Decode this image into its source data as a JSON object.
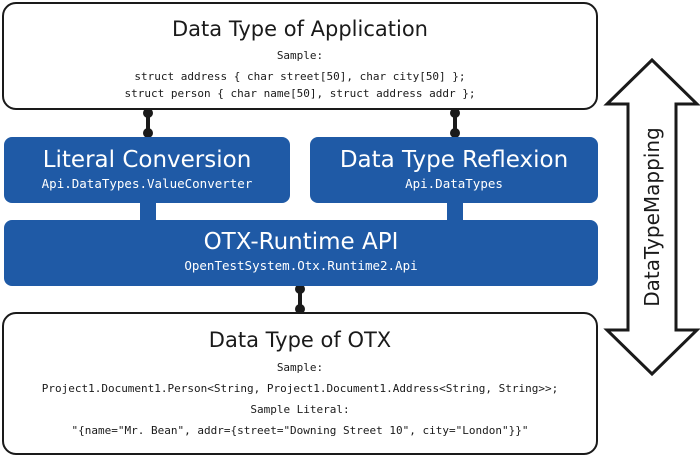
{
  "colors": {
    "blue": "#1f5aa6",
    "border": "#1a1a1a"
  },
  "application": {
    "title": "Data Type of Application",
    "sample_label": "Sample:",
    "lines": [
      "struct address { char street[50], char city[50] };",
      "struct person { char name[50], struct address addr };"
    ]
  },
  "literal_conversion": {
    "title": "Literal Conversion",
    "subtitle": "Api.DataTypes.ValueConverter"
  },
  "data_type_reflexion": {
    "title": "Data Type Reflexion",
    "subtitle": "Api.DataTypes"
  },
  "runtime_api": {
    "title": "OTX-Runtime API",
    "subtitle": "OpenTestSystem.Otx.Runtime2.Api"
  },
  "otx": {
    "title": "Data Type of OTX",
    "sample_label": "Sample:",
    "sample": "Project1.Document1.Person<String, Project1.Document1.Address<String, String>>;",
    "literal_label": "Sample Literal:",
    "literal": "\"{name=\"Mr. Bean\", addr={street=\"Downing Street 10\", city=\"London\"}}\""
  },
  "mapping_arrow": {
    "label": "DataTypeMapping",
    "icon": "double-headed-vertical-arrow-icon"
  }
}
